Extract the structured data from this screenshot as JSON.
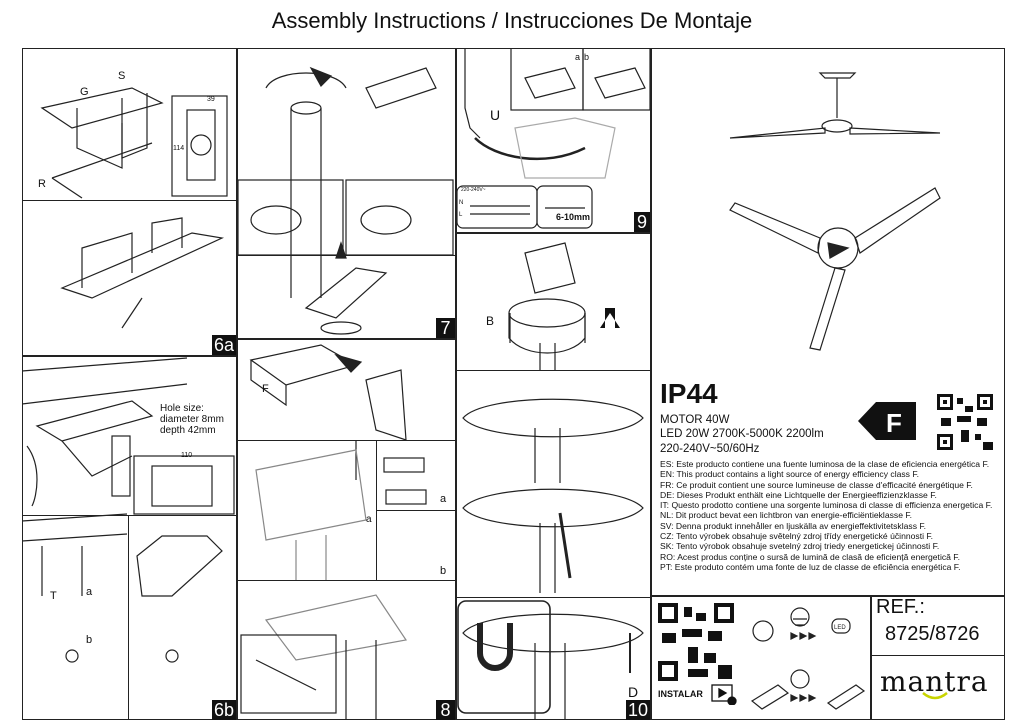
{
  "title": "Assembly Instructions / Instrucciones De Montaje",
  "steps": {
    "s6a": "6a",
    "s6b": "6b",
    "s7": "7",
    "s8": "8",
    "s9": "9",
    "s10": "10"
  },
  "labels": {
    "g": "G",
    "s": "S",
    "r": "R",
    "dim39": "39",
    "dim114": "114",
    "hole": [
      "Hole size:",
      "diameter 8mm",
      "depth 42mm"
    ],
    "dim110": "110",
    "t": "T",
    "a": "a",
    "b": "b",
    "f": "F",
    "u": "U",
    "strip": "6-10mm",
    "voltage": "220-240V~",
    "n": "N",
    "l": "L",
    "bb": "B",
    "d": "D"
  },
  "spec": {
    "ip": "IP44",
    "motor": "MOTOR 40W",
    "led": "LED 20W 2700K-5000K 2200lm",
    "power": "220-240V~50/60Hz",
    "energy_class": "F"
  },
  "efficiency": [
    "ES: Este producto contiene una fuente luminosa de la clase de eficiencia energética F.",
    "EN: This product contains a light source of energy efficiency class F.",
    "FR: Ce produit contient une source lumineuse de classe d'efficacité énergétique F.",
    "DE: Dieses Produkt enthält eine Lichtquelle der Energieeffizienzklasse F.",
    "IT: Questo prodotto contiene una sorgente luminosa di classe di efficienza energetica F.",
    "NL: Dit product bevat een lichtbron van energie-efficiëntieklasse F.",
    "SV: Denna produkt innehåller en ljuskälla av energieffektivitetsklass F.",
    "CZ: Tento výrobek obsahuje světelný zdroj třídy energetické účinnosti F.",
    "SK: Tento výrobok obsahuje svetelný zdroj triedy energetickej účinnosti F.",
    "RO: Acest produs conține o sursă de lumină de clasă de eficiență energetică F.",
    "PT: Este produto contém uma fonte de luz de classe de eficiência energética F."
  ],
  "footer": {
    "install": "INSTALAR",
    "led_icon": "LED",
    "ref_label": "REF.:",
    "ref_number": "8725/8726",
    "brand": "mantra",
    "brand_accent": "#c8d400"
  }
}
